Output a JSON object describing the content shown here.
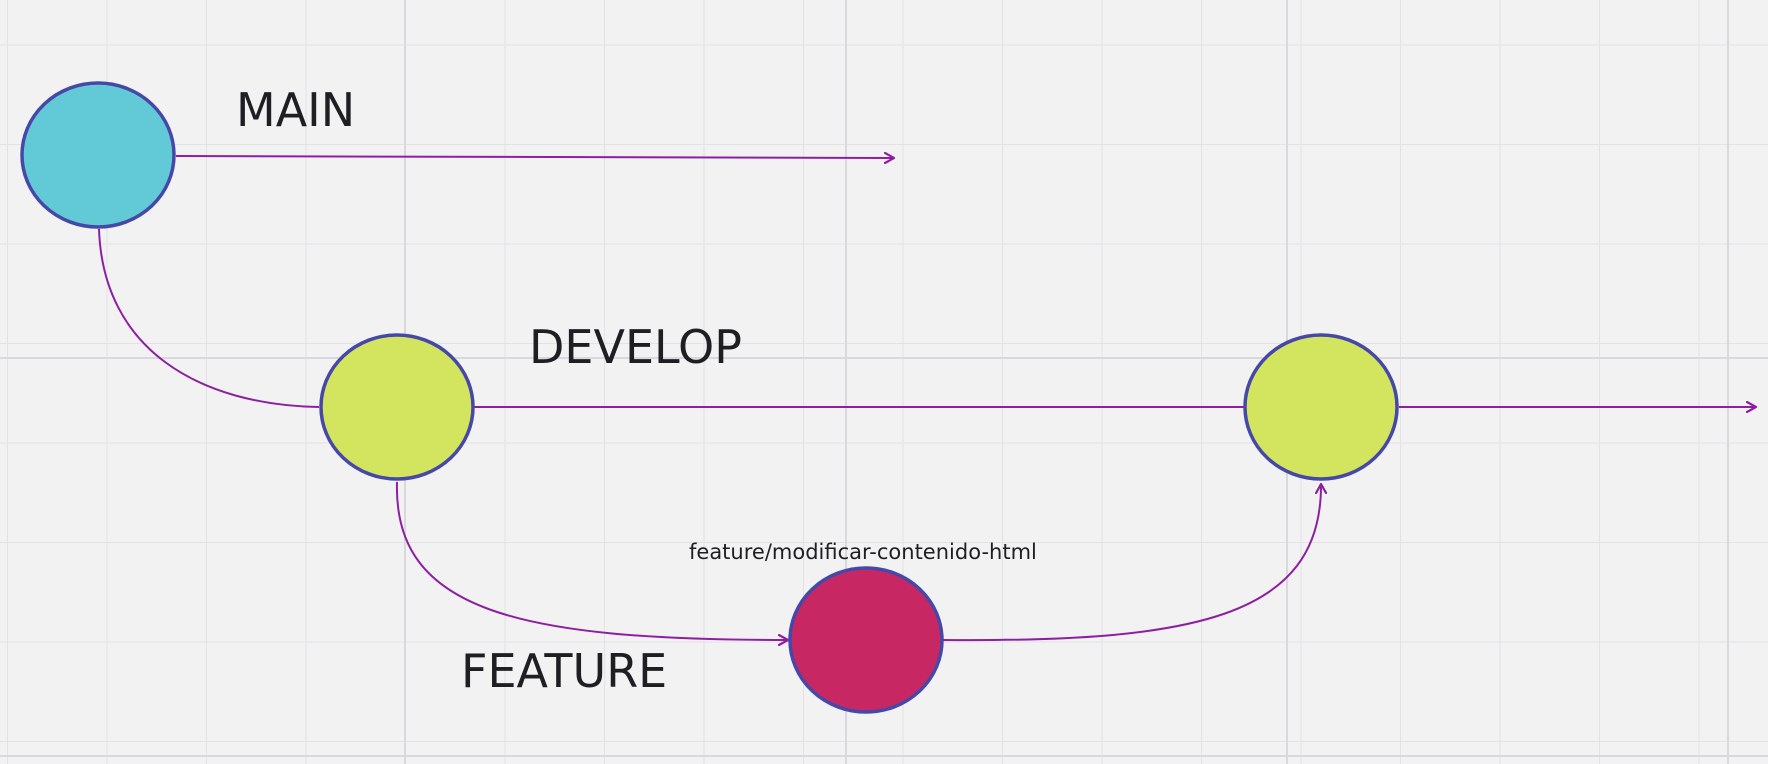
{
  "labels": {
    "main": "MAIN",
    "develop": "DEVELOP",
    "feature": "FEATURE",
    "feature_branch": "feature/modificar-contenido-html"
  },
  "colors": {
    "main_node": "#62cad6",
    "develop_node": "#d3e55f",
    "feature_node": "#c72864",
    "node_stroke": "#4648a8",
    "connector": "#8d1fa1"
  }
}
